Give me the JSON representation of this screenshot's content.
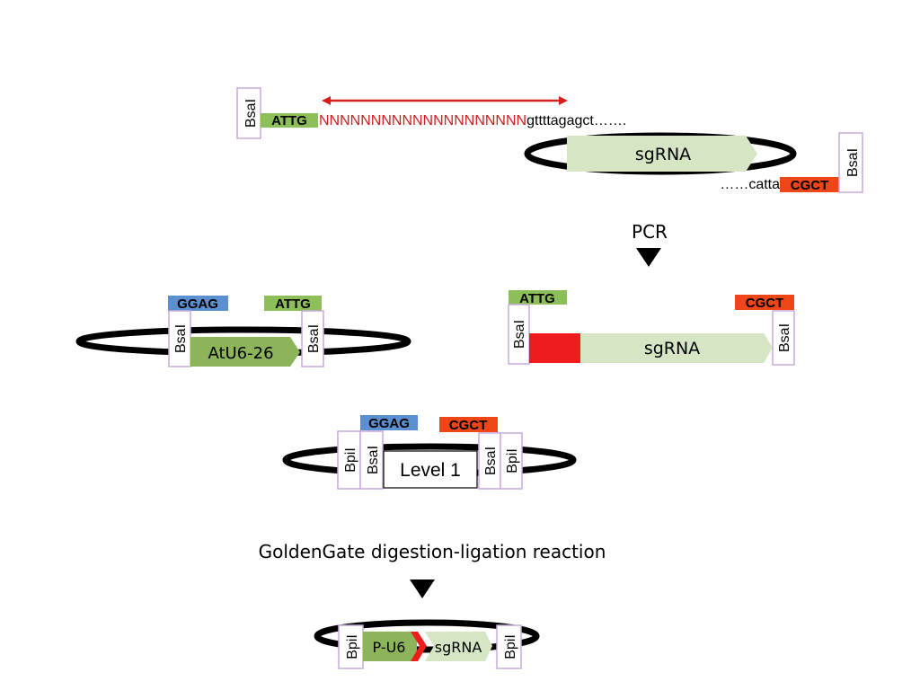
{
  "labels": {
    "bsai": "BsaI",
    "bpii": "BpiI",
    "attg": "ATTG",
    "cgct": "CGCT",
    "ggag": "GGAG",
    "n_seq": "NNNNNNNNNNNNNNNNNNNN",
    "seq_forward_tail": "gttttagagct…….",
    "seq_reverse_tail": "……catta",
    "sgrna": "sgRNA",
    "pcr": "PCR",
    "atu6": "AtU6-26",
    "level1": "Level 1",
    "reaction": "GoldenGate digestion-ligation reaction",
    "pu6": "P-U6"
  },
  "colors": {
    "green_tag": "#8cbe5a",
    "sgrna_fill": "#d6e6c4",
    "orange_tag": "#ee4616",
    "blue_tag": "#5b8fd0",
    "red_block": "#ee1c1c",
    "arrow_red": "#d62020",
    "n_text": "#cc1f1f",
    "box_border": "#c8a8dc",
    "promoter_fill": "#8cb55a",
    "black": "#000000"
  }
}
